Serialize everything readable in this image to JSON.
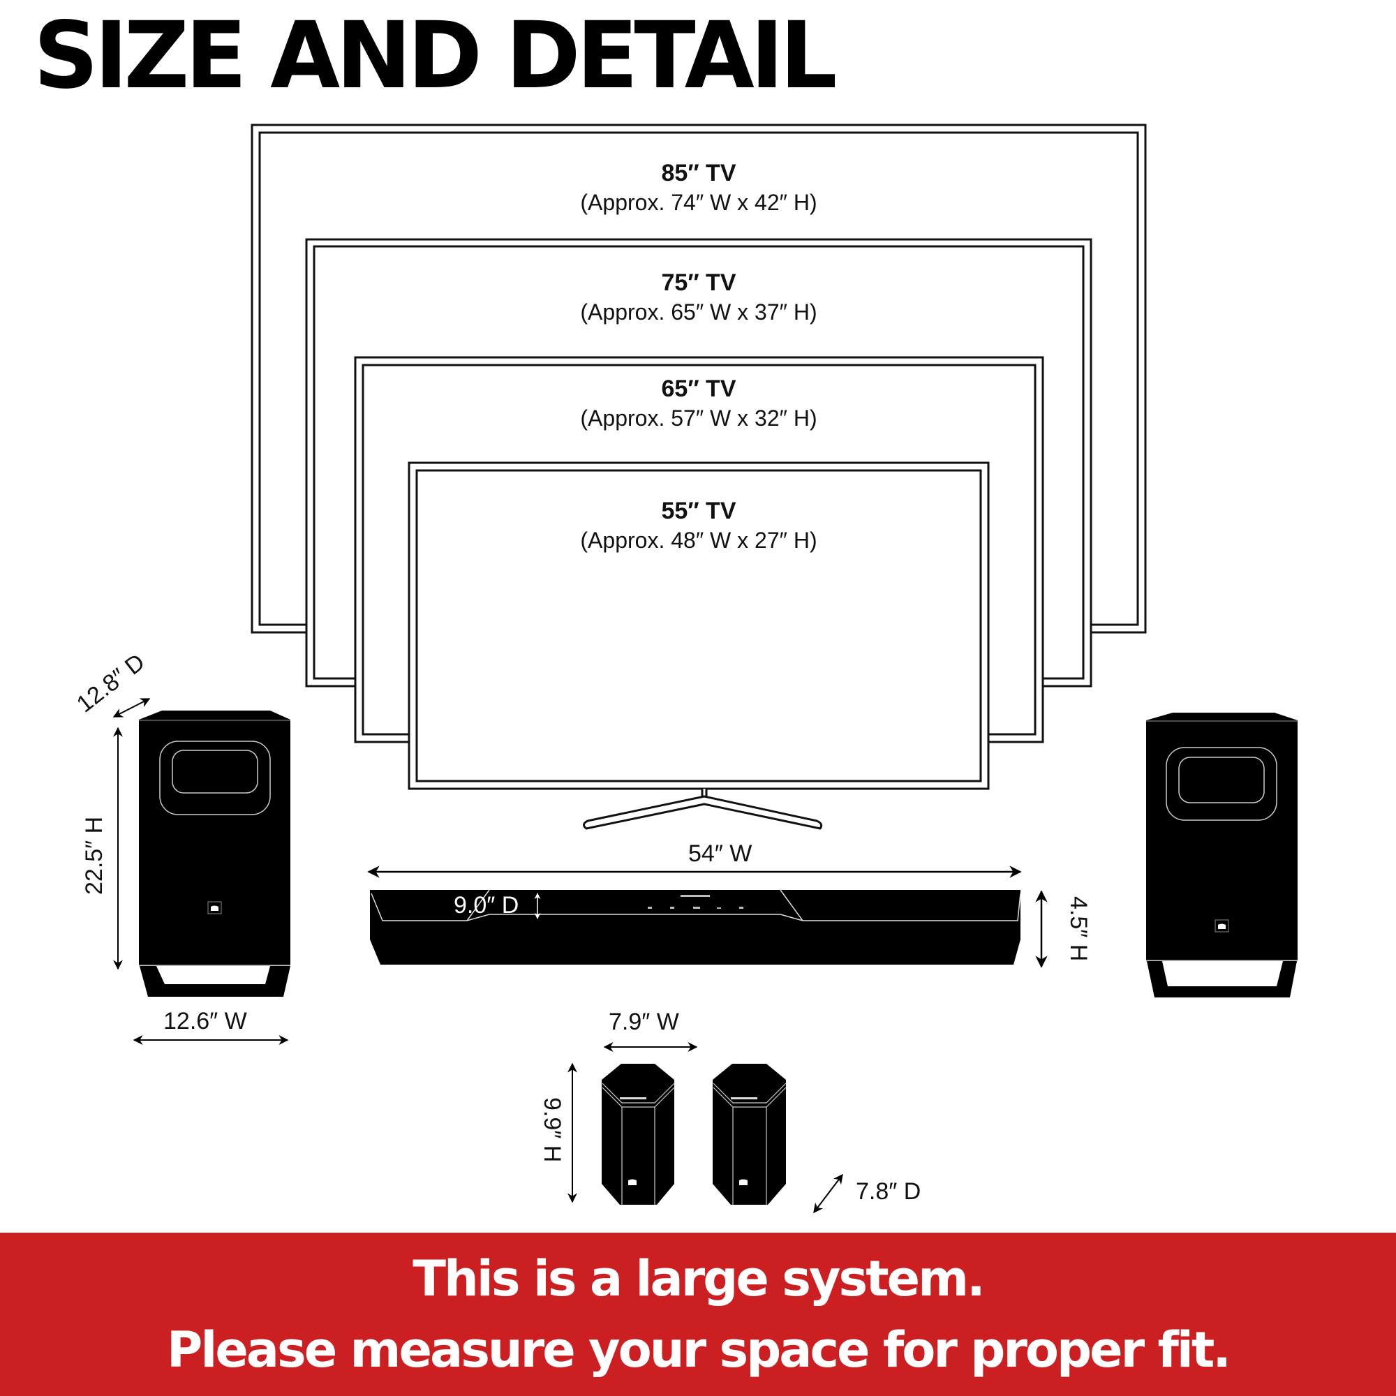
{
  "header": {
    "title": "SIZE AND DETAIL"
  },
  "tvs": [
    {
      "size": "85″ TV",
      "approx": "(Approx. 74″ W x 42″ H)"
    },
    {
      "size": "75″ TV",
      "approx": "(Approx. 65″ W x 37″ H)"
    },
    {
      "size": "65″ TV",
      "approx": "(Approx. 57″ W x 32″ H)"
    },
    {
      "size": "55″ TV",
      "approx": "(Approx. 48″ W x 27″ H)"
    }
  ],
  "soundbar": {
    "width": "54″ W",
    "depth": "9.0″ D",
    "height": "4.5″ H"
  },
  "subwoofer": {
    "depth": "12.8″ D",
    "height": "22.5″ H",
    "width": "12.6″ W"
  },
  "rear_speakers": {
    "width": "7.9″ W",
    "height": "9.9″ H",
    "depth": "7.8″ D"
  },
  "banner": {
    "line1": "This is a large system.",
    "line2": "Please measure your space for proper fit.",
    "color": "#CC1F22"
  },
  "icons": [
    "brand-logo-icon",
    "double-arrow-icon"
  ]
}
